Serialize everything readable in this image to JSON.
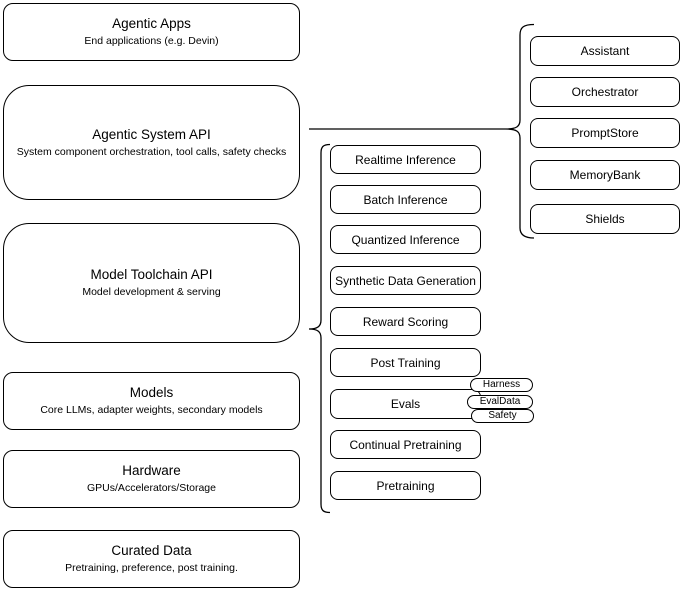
{
  "left_stack": [
    {
      "title": "Agentic Apps",
      "subtitle": "End applications (e.g. Devin)"
    },
    {
      "title": "Agentic System API",
      "subtitle": "System component orchestration, tool calls, safety checks"
    },
    {
      "title": "Model Toolchain API",
      "subtitle": "Model development & serving"
    },
    {
      "title": "Models",
      "subtitle": "Core LLMs, adapter weights, secondary models"
    },
    {
      "title": "Hardware",
      "subtitle": "GPUs/Accelerators/Storage"
    },
    {
      "title": "Curated Data",
      "subtitle": "Pretraining, preference, post training."
    }
  ],
  "toolchain_components": [
    "Realtime Inference",
    "Batch Inference",
    "Quantized Inference",
    "Synthetic Data Generation",
    "Reward Scoring",
    "Post Training",
    "Evals",
    "Continual Pretraining",
    "Pretraining"
  ],
  "evals_tags": [
    "Harness",
    "EvalData",
    "Safety"
  ],
  "system_components": [
    "Assistant",
    "Orchestrator",
    "PromptStore",
    "MemoryBank",
    "Shields"
  ],
  "colors": {
    "stroke": "#000000",
    "bg": "#ffffff",
    "text": "#000000"
  }
}
